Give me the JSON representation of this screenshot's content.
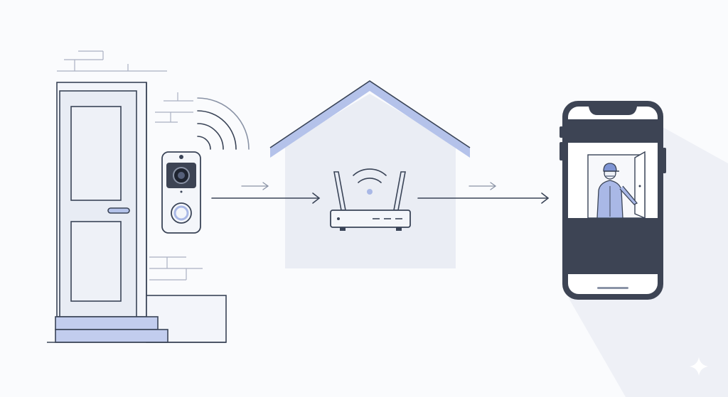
{
  "diagram": {
    "nodes": [
      {
        "id": "front-door",
        "icon": "door-icon"
      },
      {
        "id": "video-doorbell",
        "icon": "doorbell-camera-icon"
      },
      {
        "id": "home-router",
        "icon": "wifi-router-icon"
      },
      {
        "id": "smartphone",
        "icon": "smartphone-icon"
      }
    ],
    "edges": [
      {
        "from": "video-doorbell",
        "to": "home-router",
        "style": "arrow"
      },
      {
        "from": "home-router",
        "to": "smartphone",
        "style": "arrow"
      }
    ],
    "signals": [
      "wifi-signal-icon",
      "wifi-signal-icon"
    ],
    "phone_screen": {
      "content": "person-at-door-icon"
    },
    "colors": {
      "stroke": "#3a4457",
      "accent_blue": "#a9b8e6",
      "fill_light": "#e9edf5",
      "screen_dark": "#3d4454",
      "shadow": "#eef0f6"
    }
  }
}
